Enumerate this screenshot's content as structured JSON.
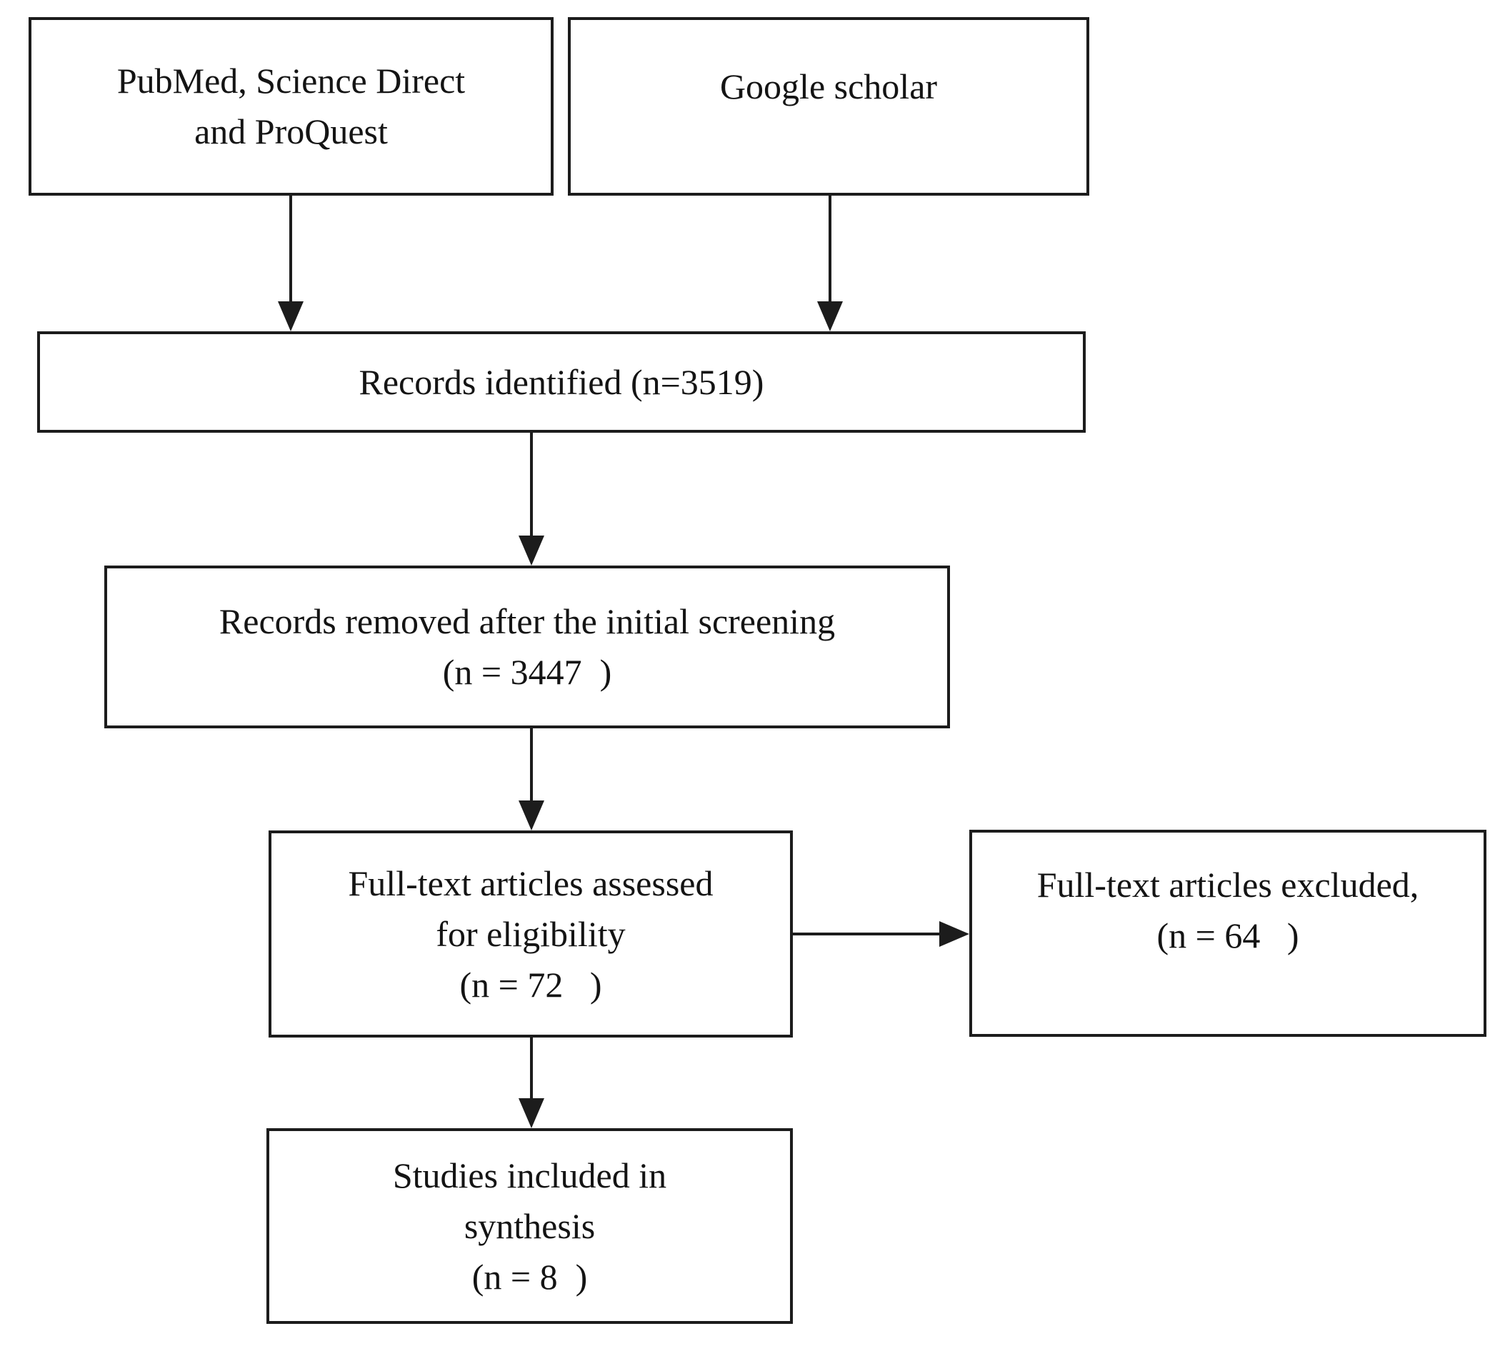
{
  "nodes": {
    "databases": {
      "lines": [
        "PubMed, Science Direct",
        "and ProQuest"
      ]
    },
    "google_scholar": {
      "lines": [
        "Google scholar"
      ]
    },
    "records_identified": {
      "lines": [
        "Records identified (n=3519)"
      ]
    },
    "records_removed": {
      "lines": [
        "Records removed after the initial screening",
        "(n = 3447  )"
      ]
    },
    "fulltext_assessed": {
      "lines": [
        "Full-text articles assessed",
        "for eligibility",
        "(n = 72   )"
      ]
    },
    "fulltext_excluded": {
      "lines": [
        "Full-text articles excluded,",
        "(n = 64   )"
      ]
    },
    "studies_included": {
      "lines": [
        "Studies included in",
        "synthesis",
        "(n = 8  )"
      ]
    }
  },
  "colors": {
    "line": "#1c1c1c",
    "text": "#141414",
    "background": "#ffffff"
  }
}
